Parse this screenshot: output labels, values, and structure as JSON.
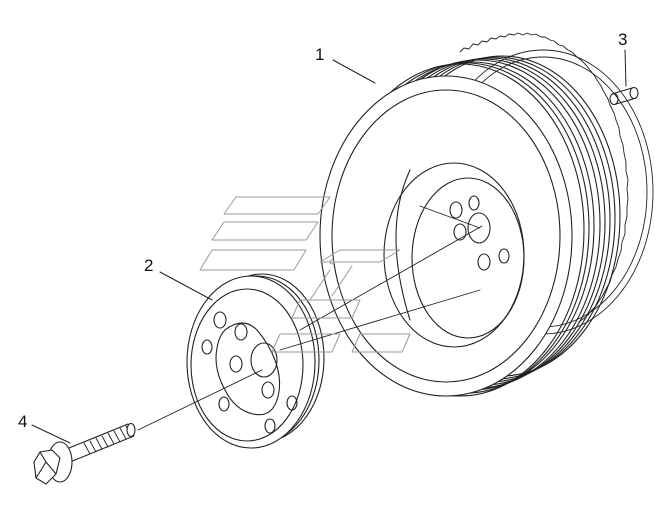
{
  "callouts": {
    "part_1": "1",
    "part_2": "2",
    "part_3": "3",
    "part_4": "4"
  },
  "colors": {
    "line": "#222222",
    "watermark": "#9a9a9a"
  }
}
